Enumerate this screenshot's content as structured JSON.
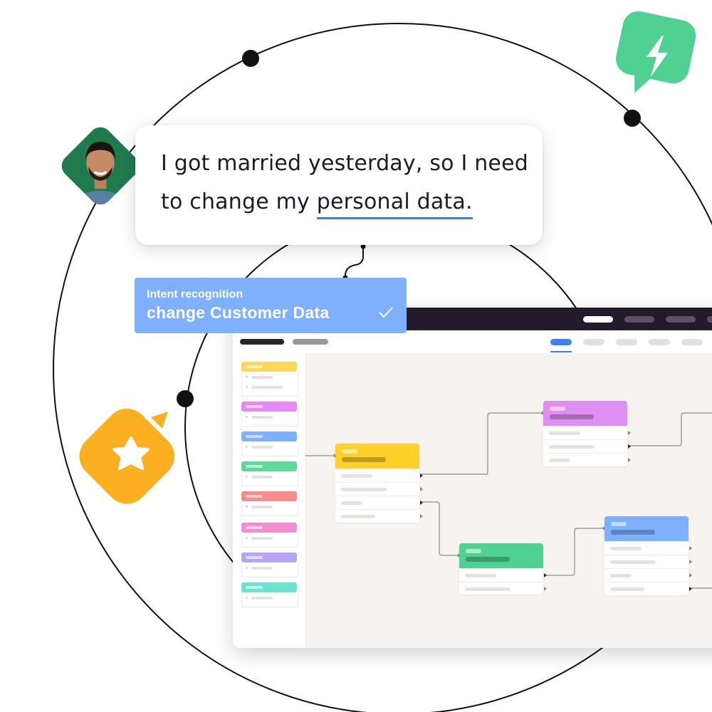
{
  "chat": {
    "line1": "I got married yesterday, so I need",
    "line2_prefix": "to change my ",
    "line2_highlight": "personal data."
  },
  "intent": {
    "label": "Intent recognition",
    "value": "change Customer Data",
    "check_icon": "check-icon"
  },
  "icons": {
    "avatar": "person-avatar",
    "green_badge": "lightning-icon",
    "yellow_badge": "star-icon"
  },
  "colors": {
    "accent_blue": "#3b7bf0",
    "intent_bg": "#7fb0ff",
    "titlebar": "#241a2e",
    "green": "#4fd192",
    "yellow": "#fbb022",
    "canvas": "#f6f3f1"
  },
  "palette": {
    "side_cards": [
      "#fdd75c",
      "#e38bf0",
      "#7fb0ff",
      "#5fd99a",
      "#fb8b8b",
      "#f58ccf",
      "#b9a3f5",
      "#6ce3cf"
    ],
    "nodes": [
      "#fdd12a",
      "#df8ef1",
      "#4fd192",
      "#7fb0ff"
    ]
  }
}
